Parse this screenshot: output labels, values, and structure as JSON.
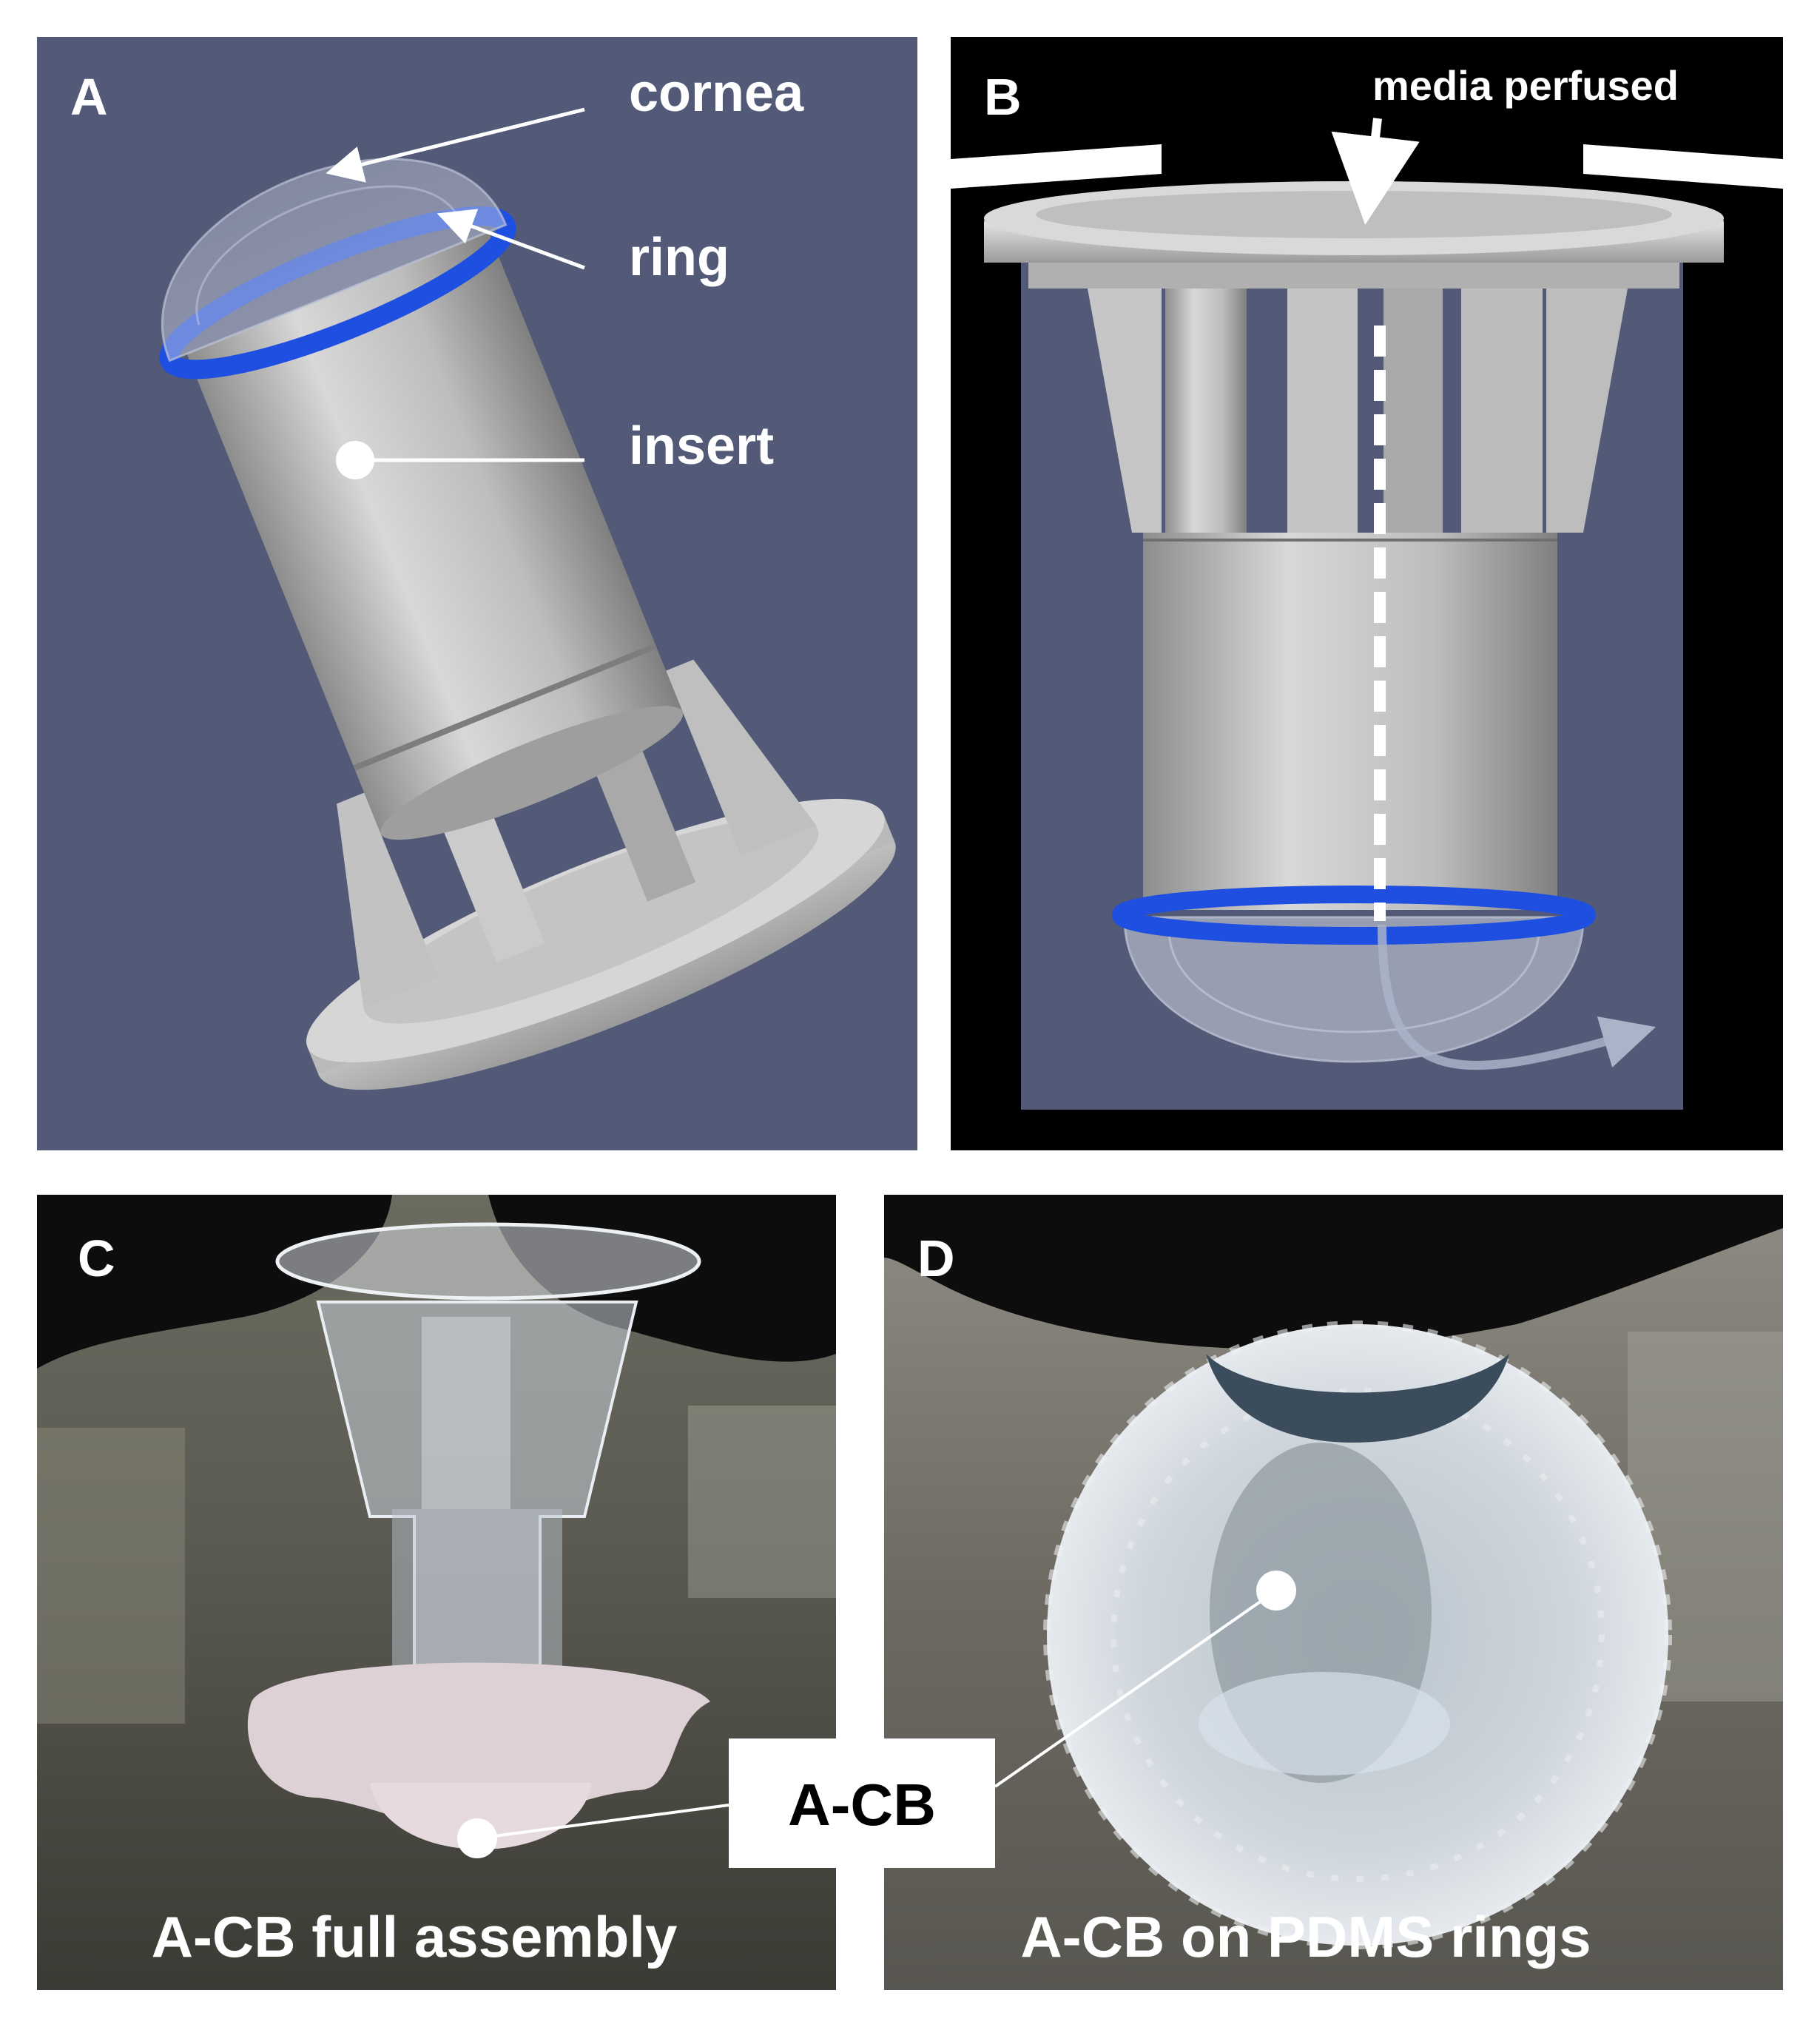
{
  "panels": {
    "a": {
      "letter": "A",
      "labels": {
        "cornea": "cornea",
        "ring": "ring",
        "insert": "insert"
      }
    },
    "b": {
      "letter": "B",
      "labels": {
        "media": "media perfused"
      }
    },
    "c": {
      "letter": "C",
      "caption": "A-CB full assembly"
    },
    "d": {
      "letter": "D",
      "caption": "A-CB on PDMS rings"
    }
  },
  "shared_label": "A-CB",
  "colors": {
    "render_background": "#525a78",
    "ring_blue": "#1f4fe0",
    "insert_gray": "#c9c9c9",
    "panel_b_frame": "#000000",
    "label_box": "#ffffff"
  }
}
